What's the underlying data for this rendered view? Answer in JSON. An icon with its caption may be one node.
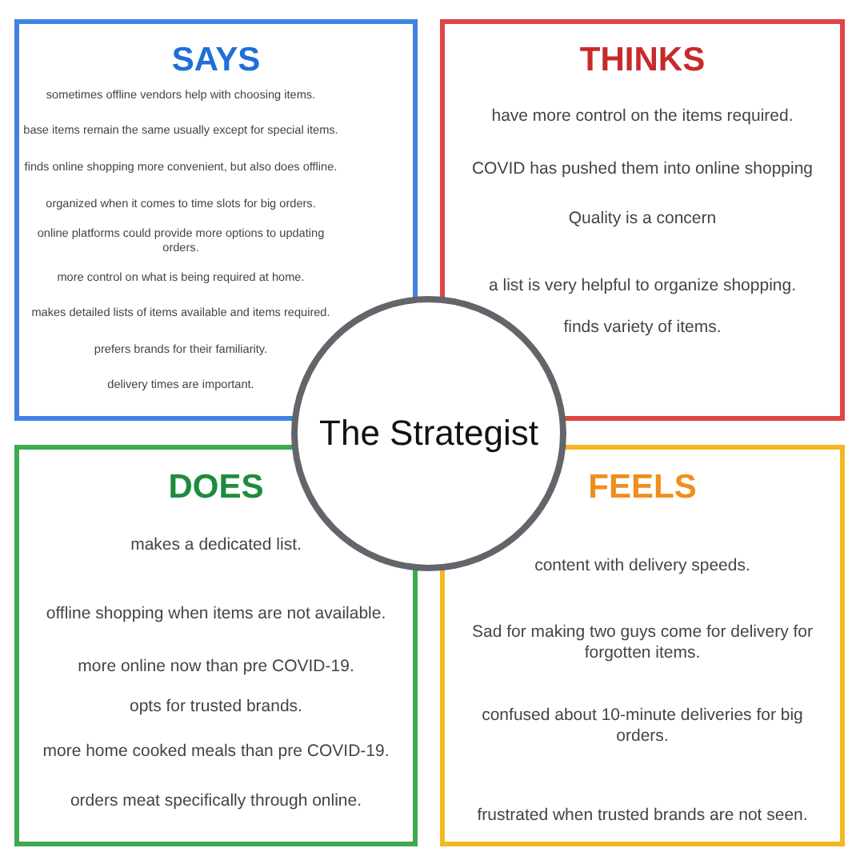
{
  "diagram": {
    "nodes": [
      {
        "text": [
          "SAYS",
          "sometimes offline vendors help with choosing items.",
          "base items remain the same usually except for special items.",
          "finds online shopping more convenient, but also does offline.",
          "organized when it comes to time slots for big orders.",
          "online platforms could provide more options to updating orders.",
          "more control on what is being required at home.",
          "makes detailed lists of items available and items required.",
          "prefers brands for their familiarity.",
          "delivery times are important."
        ]
      },
      {
        "text": [
          "THINKS",
          "have more control on the items required.",
          "COVID has pushed them into online shopping",
          "Quality is a concern",
          "a list is very helpful to organize shopping.",
          "finds variety of items."
        ]
      },
      {
        "text": [
          "DOES",
          "makes a dedicated list.",
          "offline shopping when items are not available.",
          "more online now than pre COVID-19.",
          "opts for trusted brands.",
          "more home cooked meals than pre COVID-19.",
          "orders meat specifically through online."
        ]
      },
      {
        "text": [
          "FEELS",
          "content with delivery speeds.",
          "Sad for making two guys come for delivery for forgotten items.",
          "confused about 10-minute deliveries for big orders.",
          "frustrated when trusted brands are not seen."
        ]
      },
      {
        "text": [
          "The Strategist"
        ]
      }
    ]
  }
}
